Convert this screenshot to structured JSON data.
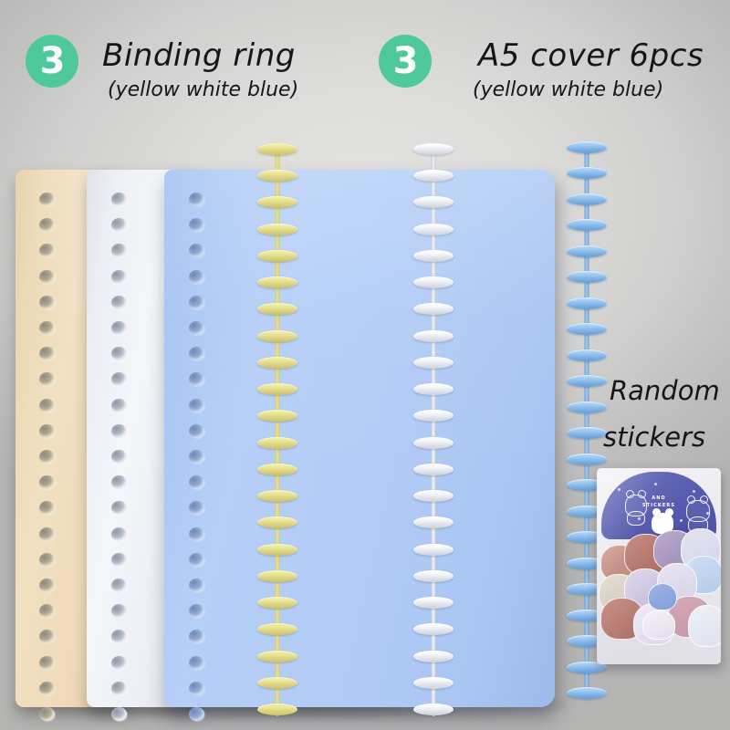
{
  "product": {
    "background_color": "#bdbdbc",
    "accent_color": "#4ec99b"
  },
  "headers": [
    {
      "badge": "3",
      "title": "Binding ring",
      "subtitle": "(yellow white blue)"
    },
    {
      "badge": "3",
      "title": "A5 cover  6pcs",
      "subtitle": "(yellow white blue)"
    }
  ],
  "labels": {
    "sticker_line1": "Random",
    "sticker_line2": "stickers"
  },
  "covers": [
    {
      "name": "tan-cover",
      "color": "#f0ddbd",
      "holes": 21
    },
    {
      "name": "white-cover",
      "color": "#f1f3f8",
      "holes": 21
    },
    {
      "name": "blue-cover",
      "color": "#b2ccf6",
      "holes": 21
    }
  ],
  "coils": [
    {
      "name": "yellow-coil",
      "color": "#ece69a",
      "rings": 22
    },
    {
      "name": "white-coil",
      "color": "#f4f6fa",
      "rings": 22
    },
    {
      "name": "blue-coil",
      "color": "#9cc8f1",
      "rings": 22
    }
  ],
  "sticker_pack": {
    "header_line1": "AND",
    "header_line2": "STICKERS",
    "header_color": "#5257ad"
  }
}
